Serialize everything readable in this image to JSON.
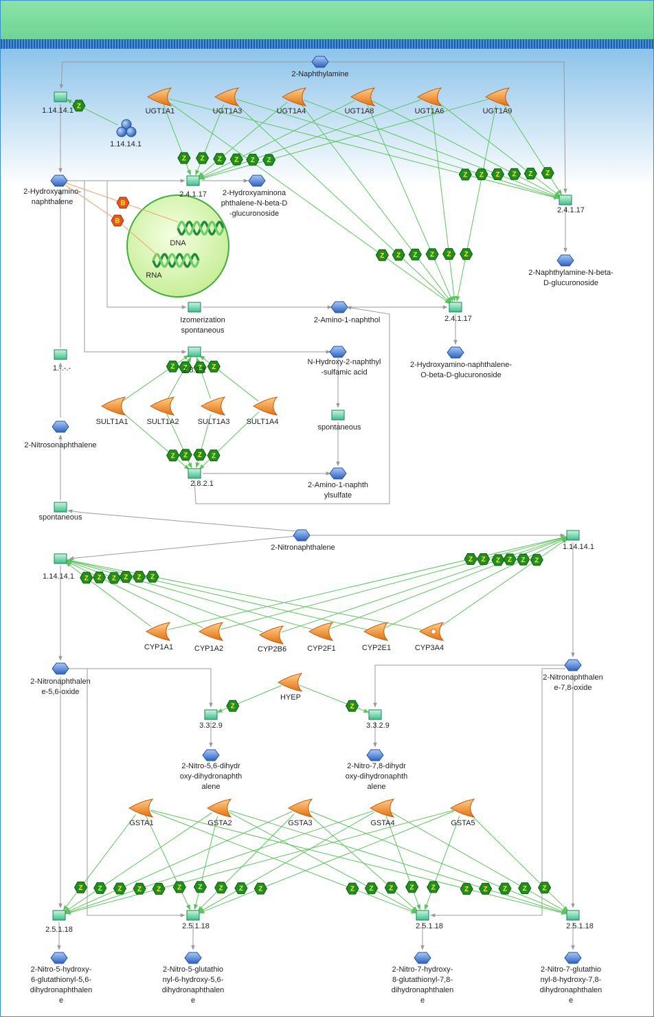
{
  "colors": {
    "activation": "#5cc45c",
    "flow": "#9a9a9a",
    "binding": "#f0a060",
    "node_box": "#5ed3a2",
    "metabolite": "#4a7fd4",
    "enzyme": "#f48a2a"
  },
  "activation_letter": "Z",
  "binding_letter": "B",
  "reactions": [
    {
      "id": "r1",
      "label": "1.14.14.1"
    },
    {
      "id": "r2",
      "label": "2.4.1.17"
    },
    {
      "id": "r3",
      "label": "2.4.1.17"
    },
    {
      "id": "r4",
      "label": "2.4.1.17"
    },
    {
      "id": "r5",
      "label": "Izomerization spontaneous"
    },
    {
      "id": "r6",
      "label": "2.8.2.1"
    },
    {
      "id": "r7",
      "label": "1.-.-.-"
    },
    {
      "id": "r8",
      "label": "spontaneous"
    },
    {
      "id": "r9",
      "label": "2.8.2.1"
    },
    {
      "id": "r10",
      "label": "spontaneous"
    },
    {
      "id": "r11",
      "label": "1.14.14.1"
    },
    {
      "id": "r12",
      "label": "1.14.14.1"
    },
    {
      "id": "r13",
      "label": "3.3.2.9"
    },
    {
      "id": "r14",
      "label": "3.3.2.9"
    },
    {
      "id": "r15",
      "label": "2.5.1.18"
    },
    {
      "id": "r16",
      "label": "2.5.1.18"
    },
    {
      "id": "r17",
      "label": "2.5.1.18"
    },
    {
      "id": "r18",
      "label": "2.5.1.18"
    }
  ],
  "metabolites": [
    {
      "id": "m1",
      "label": "2-Naphthylamine"
    },
    {
      "id": "m2",
      "label": "2-Hydroxyamino-naphthalene"
    },
    {
      "id": "m3",
      "label": "2-Hydroxyaminonaphthalene-N-beta-D-glucuronoside"
    },
    {
      "id": "m4",
      "label": "2-Naphthylamine-N-beta-D-glucuronoside"
    },
    {
      "id": "m5",
      "label": "2-Amino-1-naphthol"
    },
    {
      "id": "m6",
      "label": "2-Hydroxyamino-naphthalene-O-beta-D-glucuronoside"
    },
    {
      "id": "m7",
      "label": "N-Hydroxy-2-naphthyl-sulfamic acid"
    },
    {
      "id": "m8",
      "label": "2-Nitrosonaphthalene"
    },
    {
      "id": "m9",
      "label": "2-Amino-1-naphthylsulfate"
    },
    {
      "id": "m10",
      "label": "2-Nitronaphthalene"
    },
    {
      "id": "m11",
      "label": "2-Nitronaphthalene-5,6-oxide"
    },
    {
      "id": "m12",
      "label": "2-Nitronaphthalene-7,8-oxide"
    },
    {
      "id": "m13",
      "label": "2-Nitro-5,6-dihydroxy-dihydronaphthalene"
    },
    {
      "id": "m14",
      "label": "2-Nitro-7,8-dihydroxy-dihydronaphthalene"
    },
    {
      "id": "m15",
      "label": "2-Nitro-5-hydroxy-6-glutathionyl-5,6-dihydronaphthalene"
    },
    {
      "id": "m16",
      "label": "2-Nitro-5-glutathionyl-6-hydroxy-5,6-dihydronaphthalene"
    },
    {
      "id": "m17",
      "label": "2-Nitro-7-hydroxy-8-glutathionyl-7,8-dihydronaphthalene"
    },
    {
      "id": "m18",
      "label": "2-Nitro-7-glutathionyl-8-hydroxy-7,8-dihydronaphthalene"
    }
  ],
  "enzymes": [
    {
      "id": "e1",
      "label": "UGT1A1"
    },
    {
      "id": "e2",
      "label": "UGT1A3"
    },
    {
      "id": "e3",
      "label": "UGT1A4"
    },
    {
      "id": "e4",
      "label": "UGT1A8"
    },
    {
      "id": "e5",
      "label": "UGT1A6"
    },
    {
      "id": "e6",
      "label": "UGT1A9"
    },
    {
      "id": "e7",
      "label": "SULT1A1"
    },
    {
      "id": "e8",
      "label": "SULT1A2"
    },
    {
      "id": "e9",
      "label": "SULT1A3"
    },
    {
      "id": "e10",
      "label": "SULT1A4"
    },
    {
      "id": "e11",
      "label": "CYP1A1"
    },
    {
      "id": "e12",
      "label": "CYP1A2"
    },
    {
      "id": "e13",
      "label": "CYP2B6"
    },
    {
      "id": "e14",
      "label": "CYP2F1"
    },
    {
      "id": "e15",
      "label": "CYP2E1"
    },
    {
      "id": "e16",
      "label": "CYP3A4"
    },
    {
      "id": "e17",
      "label": "HYEP"
    },
    {
      "id": "e18",
      "label": "GSTA1"
    },
    {
      "id": "e19",
      "label": "GSTA2"
    },
    {
      "id": "e20",
      "label": "GSTA3"
    },
    {
      "id": "e21",
      "label": "GSTA4"
    },
    {
      "id": "e22",
      "label": "GSTA5"
    }
  ],
  "complexes": [
    {
      "id": "c1",
      "label": "1.14.14.1"
    }
  ],
  "compartment": {
    "dna_label": "DNA",
    "rna_label": "RNA"
  }
}
